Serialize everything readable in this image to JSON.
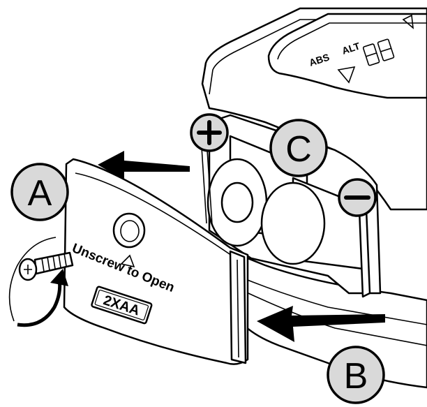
{
  "cover": {
    "instruction": "Unscrew to Open",
    "battery_spec": "2XAA"
  },
  "display": {
    "abs_label": "ABS",
    "alt_label": "ALT"
  },
  "callouts": {
    "a": "A",
    "b": "B",
    "c": "C"
  },
  "polarity": {
    "positive": "+",
    "negative": "−"
  }
}
